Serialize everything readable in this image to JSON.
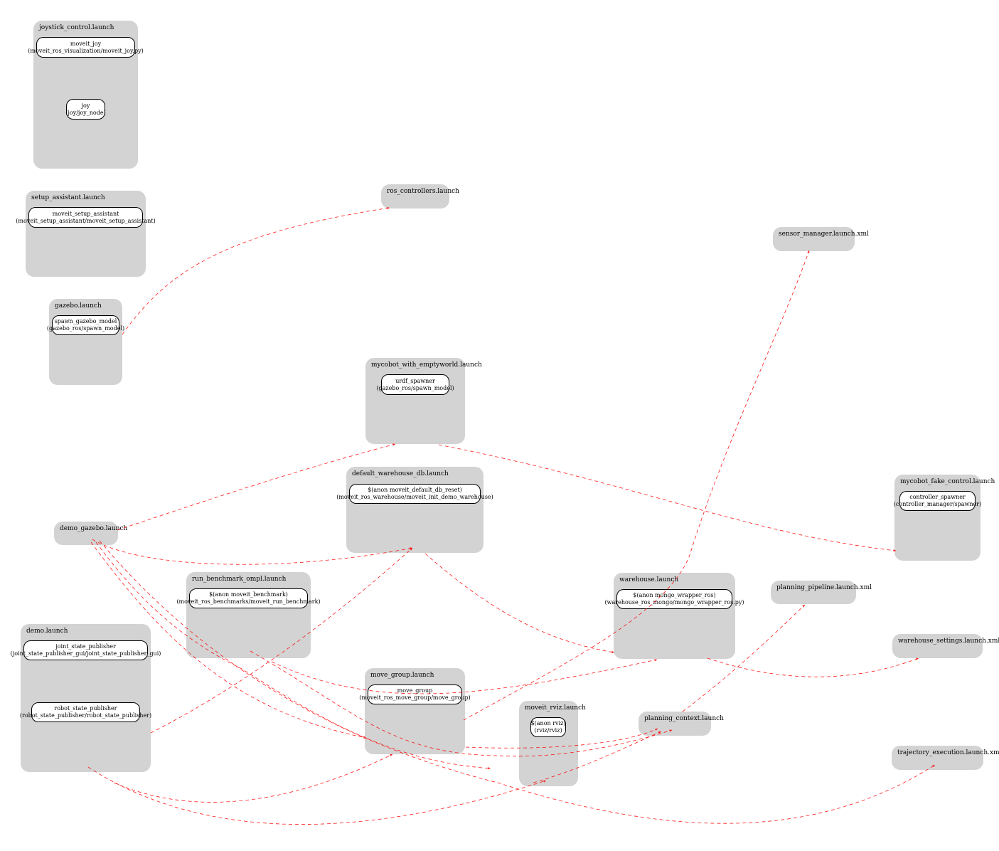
{
  "clusters": {
    "joystick": {
      "title": "joystick_control.launch",
      "nodes": [
        {
          "name": "moveit_joy",
          "exec": "(moveit_ros_visualization/moveit_joy.py)"
        },
        {
          "name": "joy",
          "exec": "(joy/joy_node)"
        }
      ]
    },
    "setup_assistant": {
      "title": "setup_assistant.launch",
      "nodes": [
        {
          "name": "moveit_setup_assistant",
          "exec": "(moveit_setup_assistant/moveit_setup_assistant)"
        }
      ]
    },
    "gazebo": {
      "title": "gazebo.launch",
      "nodes": [
        {
          "name": "spawn_gazebo_model",
          "exec": "(gazebo_ros/spawn_model)"
        }
      ]
    },
    "ros_controllers": {
      "title": "ros_controllers.launch"
    },
    "sensor_manager": {
      "title": "sensor_manager.launch.xml"
    },
    "mycobot_emptyworld": {
      "title": "mycobot_with_emptyworld.launch",
      "nodes": [
        {
          "name": "urdf_spawner",
          "exec": "(gazebo_ros/spawn_model)"
        }
      ]
    },
    "default_warehouse": {
      "title": "default_warehouse_db.launch",
      "nodes": [
        {
          "name": "$(anon moveit_default_db_reset)",
          "exec": "(moveit_ros_warehouse/moveit_init_demo_warehouse)"
        }
      ]
    },
    "mycobot_fake": {
      "title": "mycobot_fake_control.launch",
      "nodes": [
        {
          "name": "controller_spawner",
          "exec": "(controller_manager/spawner)"
        }
      ]
    },
    "demo_gazebo": {
      "title": "demo_gazebo.launch"
    },
    "run_benchmark": {
      "title": "run_benchmark_ompl.launch",
      "nodes": [
        {
          "name": "$(anon moveit_benchmark)",
          "exec": "(moveit_ros_benchmarks/moveit_run_benchmark)"
        }
      ]
    },
    "warehouse": {
      "title": "warehouse.launch",
      "nodes": [
        {
          "name": "$(anon mongo_wrapper_ros)",
          "exec": "(warehouse_ros_mongo/mongo_wrapper_ros.py)"
        }
      ]
    },
    "planning_pipeline": {
      "title": "planning_pipeline.launch.xml"
    },
    "demo": {
      "title": "demo.launch",
      "nodes": [
        {
          "name": "joint_state_publisher",
          "exec": "(joint_state_publisher_gui/joint_state_publisher_gui)"
        },
        {
          "name": "robot_state_publisher",
          "exec": "(robot_state_publisher/robot_state_publisher)"
        }
      ]
    },
    "move_group": {
      "title": "move_group.launch",
      "nodes": [
        {
          "name": "move_group",
          "exec": "(moveit_ros_move_group/move_group)"
        }
      ]
    },
    "moveit_rviz": {
      "title": "moveit_rviz.launch",
      "nodes": [
        {
          "name": "$(anon rviz)",
          "exec": "(rviz/rviz)"
        }
      ]
    },
    "planning_context": {
      "title": "planning_context.launch"
    },
    "warehouse_settings": {
      "title": "warehouse_settings.launch.xml"
    },
    "trajectory_execution": {
      "title": "trajectory_execution.launch.xml"
    }
  },
  "edges": [
    {
      "from": "gazebo",
      "to": "ros_controllers"
    },
    {
      "from": "demo_gazebo",
      "to": "mycobot_emptyworld"
    },
    {
      "from": "mycobot_emptyworld",
      "to": "mycobot_fake"
    },
    {
      "from": "demo_gazebo",
      "to": "default_warehouse"
    },
    {
      "from": "demo_gazebo",
      "to": "move_group"
    },
    {
      "from": "demo_gazebo",
      "to": "moveit_rviz"
    },
    {
      "from": "demo_gazebo",
      "to": "trajectory_execution"
    },
    {
      "from": "demo",
      "to": "default_warehouse"
    },
    {
      "from": "demo",
      "to": "move_group"
    },
    {
      "from": "demo",
      "to": "moveit_rviz"
    },
    {
      "from": "default_warehouse",
      "to": "warehouse"
    },
    {
      "from": "run_benchmark",
      "to": "warehouse"
    },
    {
      "from": "run_benchmark",
      "to": "planning_context"
    },
    {
      "from": "move_group",
      "to": "sensor_manager"
    },
    {
      "from": "move_group",
      "to": "planning_context"
    },
    {
      "from": "moveit_rviz",
      "to": "planning_context"
    },
    {
      "from": "warehouse",
      "to": "warehouse_settings"
    },
    {
      "from": "planning_context",
      "to": "planning_pipeline"
    }
  ],
  "colors": {
    "cluster_fill": "#d3d3d3",
    "node_fill": "#ffffff",
    "edge": "#ff0000"
  }
}
